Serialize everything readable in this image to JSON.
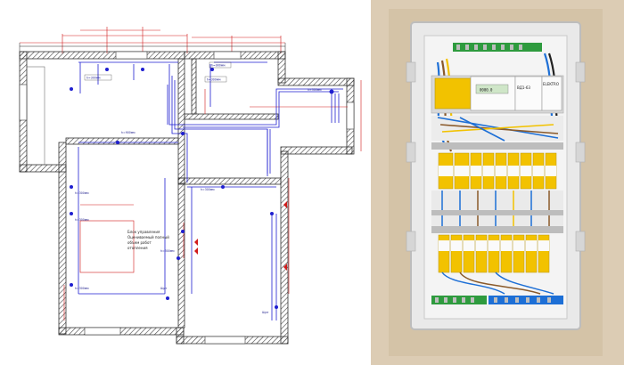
{
  "plan": {
    "room_note_lines": [
      "Блок управления",
      "Оцениваемый полный",
      "объем работ",
      "отопления"
    ]
  },
  "photo": {
    "brand_label": "ELEKTRO",
    "meter_display": "0000.0",
    "rcd_label": "ВД1-63"
  },
  "colors": {
    "wall": "#333333",
    "cable": "#1f1fd0",
    "dimension": "#d11a1a",
    "plaster": "#d8c7ae",
    "breaker_yellow": "#f2c200",
    "busbar_blue": "#1d6fd6",
    "ground_green": "#2e9b3e"
  },
  "icons": [
    "floor-plan-drawing",
    "distribution-board-photo"
  ]
}
